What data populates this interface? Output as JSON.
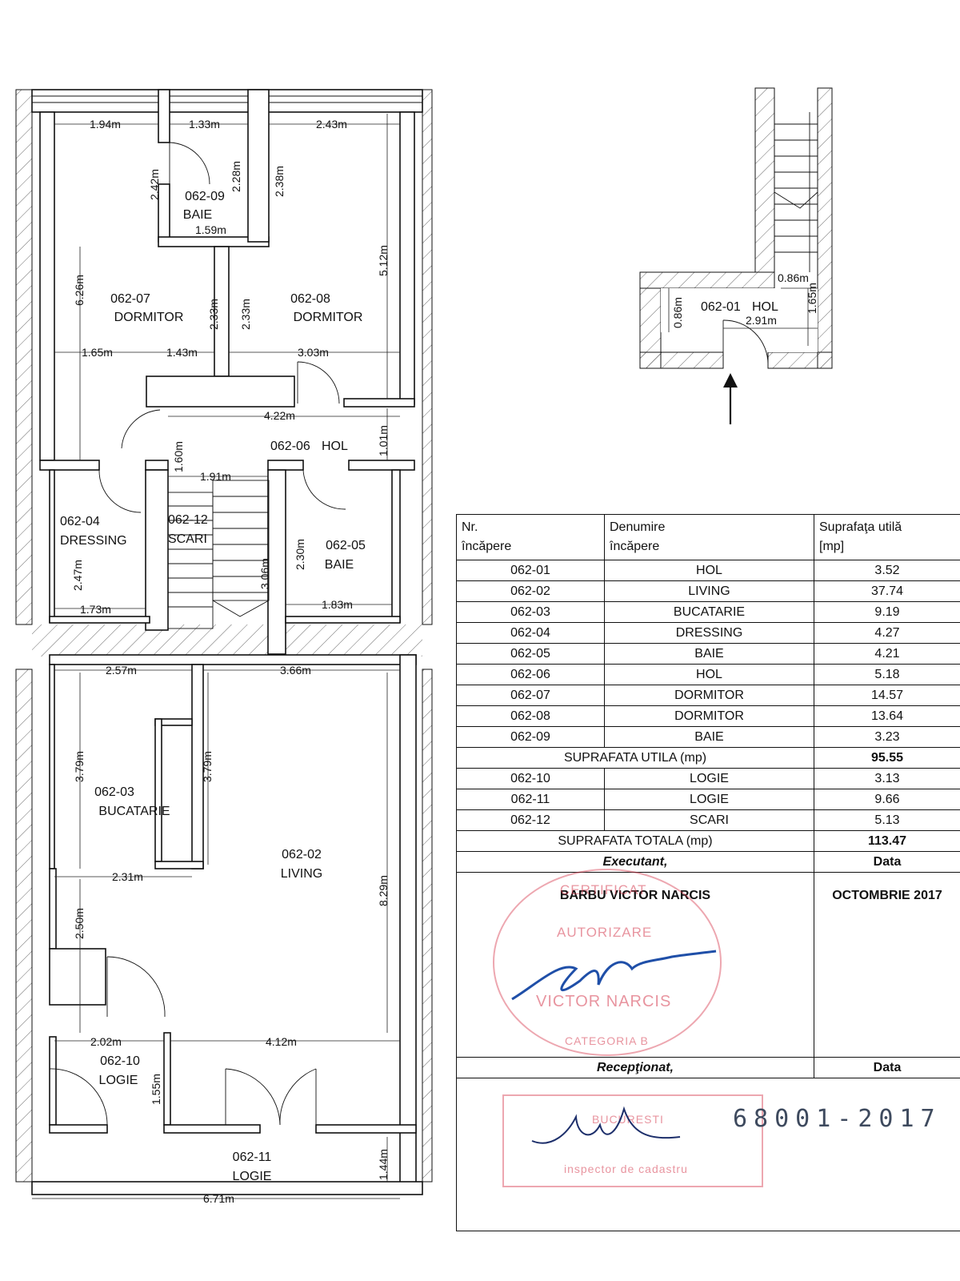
{
  "plan": {
    "rooms": [
      {
        "id": "062-07",
        "name": "DORMITOR"
      },
      {
        "id": "062-08",
        "name": "DORMITOR"
      },
      {
        "id": "062-09",
        "name": "BAIE"
      },
      {
        "id": "062-06",
        "name": "HOL"
      },
      {
        "id": "062-04",
        "name": "DRESSING"
      },
      {
        "id": "062-12",
        "name": "SCARI"
      },
      {
        "id": "062-05",
        "name": "BAIE"
      },
      {
        "id": "062-03",
        "name": "BUCATARIE"
      },
      {
        "id": "062-02",
        "name": "LIVING"
      },
      {
        "id": "062-10",
        "name": "LOGIE"
      },
      {
        "id": "062-11",
        "name": "LOGIE"
      },
      {
        "id": "062-01",
        "name": "HOL"
      }
    ],
    "dimensions": [
      "1.94m",
      "1.33m",
      "2.43m",
      "2.42m",
      "2.28m",
      "2.38m",
      "1.59m",
      "6.26m",
      "5.12m",
      "2.33m",
      "2.33m",
      "1.65m",
      "1.43m",
      "3.03m",
      "4.22m",
      "1.60m",
      "1.01m",
      "1.91m",
      "2.47m",
      "1.73m",
      "3.06m",
      "2.30m",
      "1.83m",
      "2.57m",
      "3.66m",
      "3.79m",
      "3.79m",
      "2.31m",
      "8.29m",
      "2.50m",
      "2.02m",
      "4.12m",
      "1.55m",
      "1.44m",
      "6.71m",
      "0.86m",
      "0.86m",
      "1.65m",
      "2.91m"
    ]
  },
  "table": {
    "headers": {
      "nr": [
        "Nr.",
        "încăpere"
      ],
      "name": [
        "Denumire",
        "încăpere"
      ],
      "area": [
        "Suprafaţa utilă",
        "[mp]"
      ]
    },
    "rows": [
      {
        "nr": "062-01",
        "name": "HOL",
        "area": "3.52"
      },
      {
        "nr": "062-02",
        "name": "LIVING",
        "area": "37.74"
      },
      {
        "nr": "062-03",
        "name": "BUCATARIE",
        "area": "9.19"
      },
      {
        "nr": "062-04",
        "name": "DRESSING",
        "area": "4.27"
      },
      {
        "nr": "062-05",
        "name": "BAIE",
        "area": "4.21"
      },
      {
        "nr": "062-06",
        "name": "HOL",
        "area": "5.18"
      },
      {
        "nr": "062-07",
        "name": "DORMITOR",
        "area": "14.57"
      },
      {
        "nr": "062-08",
        "name": "DORMITOR",
        "area": "13.64"
      },
      {
        "nr": "062-09",
        "name": "BAIE",
        "area": "3.23"
      }
    ],
    "subtotal": {
      "label": "SUPRAFATA UTILA (mp)",
      "value": "95.55"
    },
    "rows2": [
      {
        "nr": "062-10",
        "name": "LOGIE",
        "area": "3.13"
      },
      {
        "nr": "062-11",
        "name": "LOGIE",
        "area": "9.66"
      },
      {
        "nr": "062-12",
        "name": "SCARI",
        "area": "5.13"
      }
    ],
    "total": {
      "label": "SUPRAFATA TOTALA (mp)",
      "value": "113.47"
    },
    "executant": {
      "label": "Executant,",
      "date_label": "Data",
      "person": "BARBU VICTOR NARCIS",
      "date": "OCTOMBRIE 2017"
    },
    "receptionat": {
      "label": "Recepţionat,",
      "date_label": "Data"
    }
  },
  "stamps": {
    "certificate": {
      "line1": "CERTIFICAT",
      "line2": "AUTORIZARE",
      "line3": "VICTOR NARCIS",
      "line4": "CATEGORIA B"
    },
    "inspector": {
      "line1": "BUCURESTI",
      "line2": "inspector de cadastru"
    },
    "registration": "68001-2017"
  }
}
